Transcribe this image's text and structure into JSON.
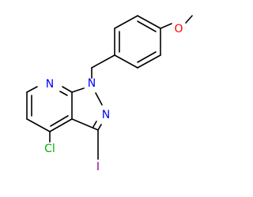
{
  "molecule": {
    "atoms": [
      {
        "id": "N7",
        "element": "N",
        "label": "N",
        "color": "#0000FF"
      },
      {
        "id": "N1",
        "element": "N",
        "label": "N",
        "color": "#0000FF"
      },
      {
        "id": "N2",
        "element": "N",
        "label": "N",
        "color": "#0000FF"
      },
      {
        "id": "O",
        "element": "O",
        "label": "O",
        "color": "#FF0000"
      },
      {
        "id": "Cl",
        "element": "Cl",
        "label": "Cl",
        "color": "#00B400"
      },
      {
        "id": "I",
        "element": "I",
        "label": "I",
        "color": "#940094"
      }
    ],
    "bond_color": "#000000"
  }
}
